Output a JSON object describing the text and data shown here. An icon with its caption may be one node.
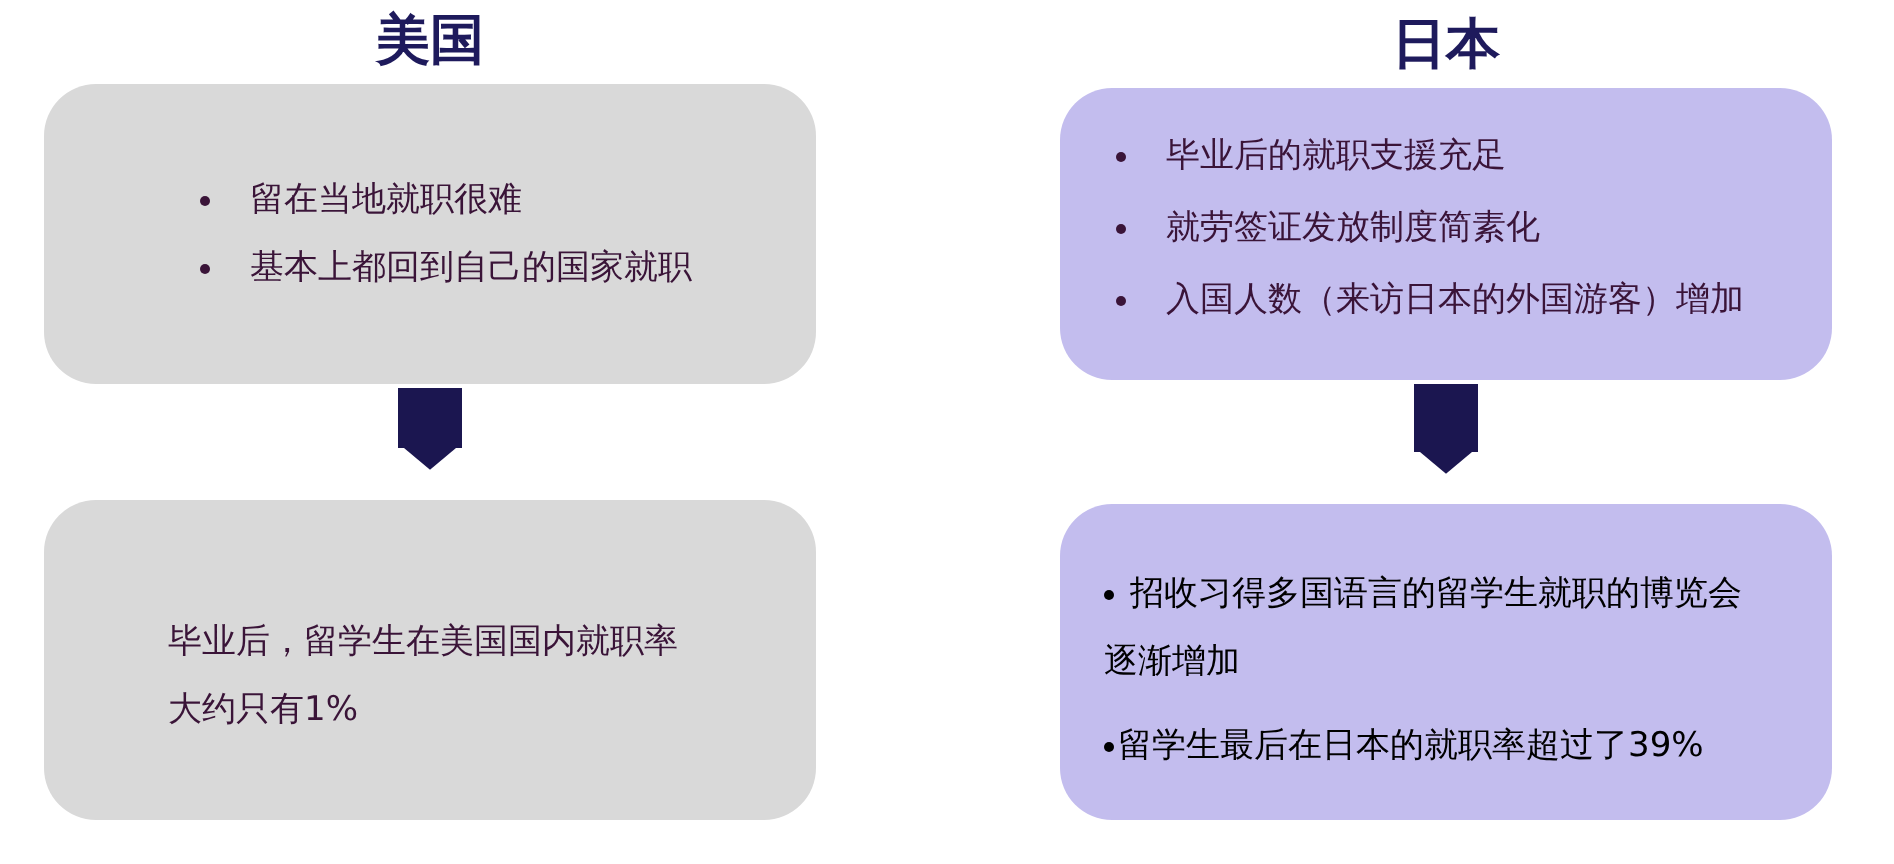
{
  "diagram": {
    "nodes": [
      {
        "text": [
          "美国",
          "留在当地就职很难",
          "基本上都回到自己的国家就职"
        ]
      },
      {
        "text": [
          "毕业后，留学生在美国国内就职率大约只有1%"
        ]
      },
      {
        "text": [
          "日本",
          "毕业后的就职支援充足",
          "就劳签证发放制度简素化",
          "入国人数（来访日本的外国游客）增加"
        ]
      },
      {
        "text": [
          "招收习得多国语言的留学生就职的博览会逐渐增加",
          "留学生最后在日本的就职率超过了39%"
        ]
      }
    ],
    "edges": [
      {
        "from": 0,
        "to": 1,
        "arrow": "to"
      },
      {
        "from": 2,
        "to": 3,
        "arrow": "to"
      }
    ]
  }
}
